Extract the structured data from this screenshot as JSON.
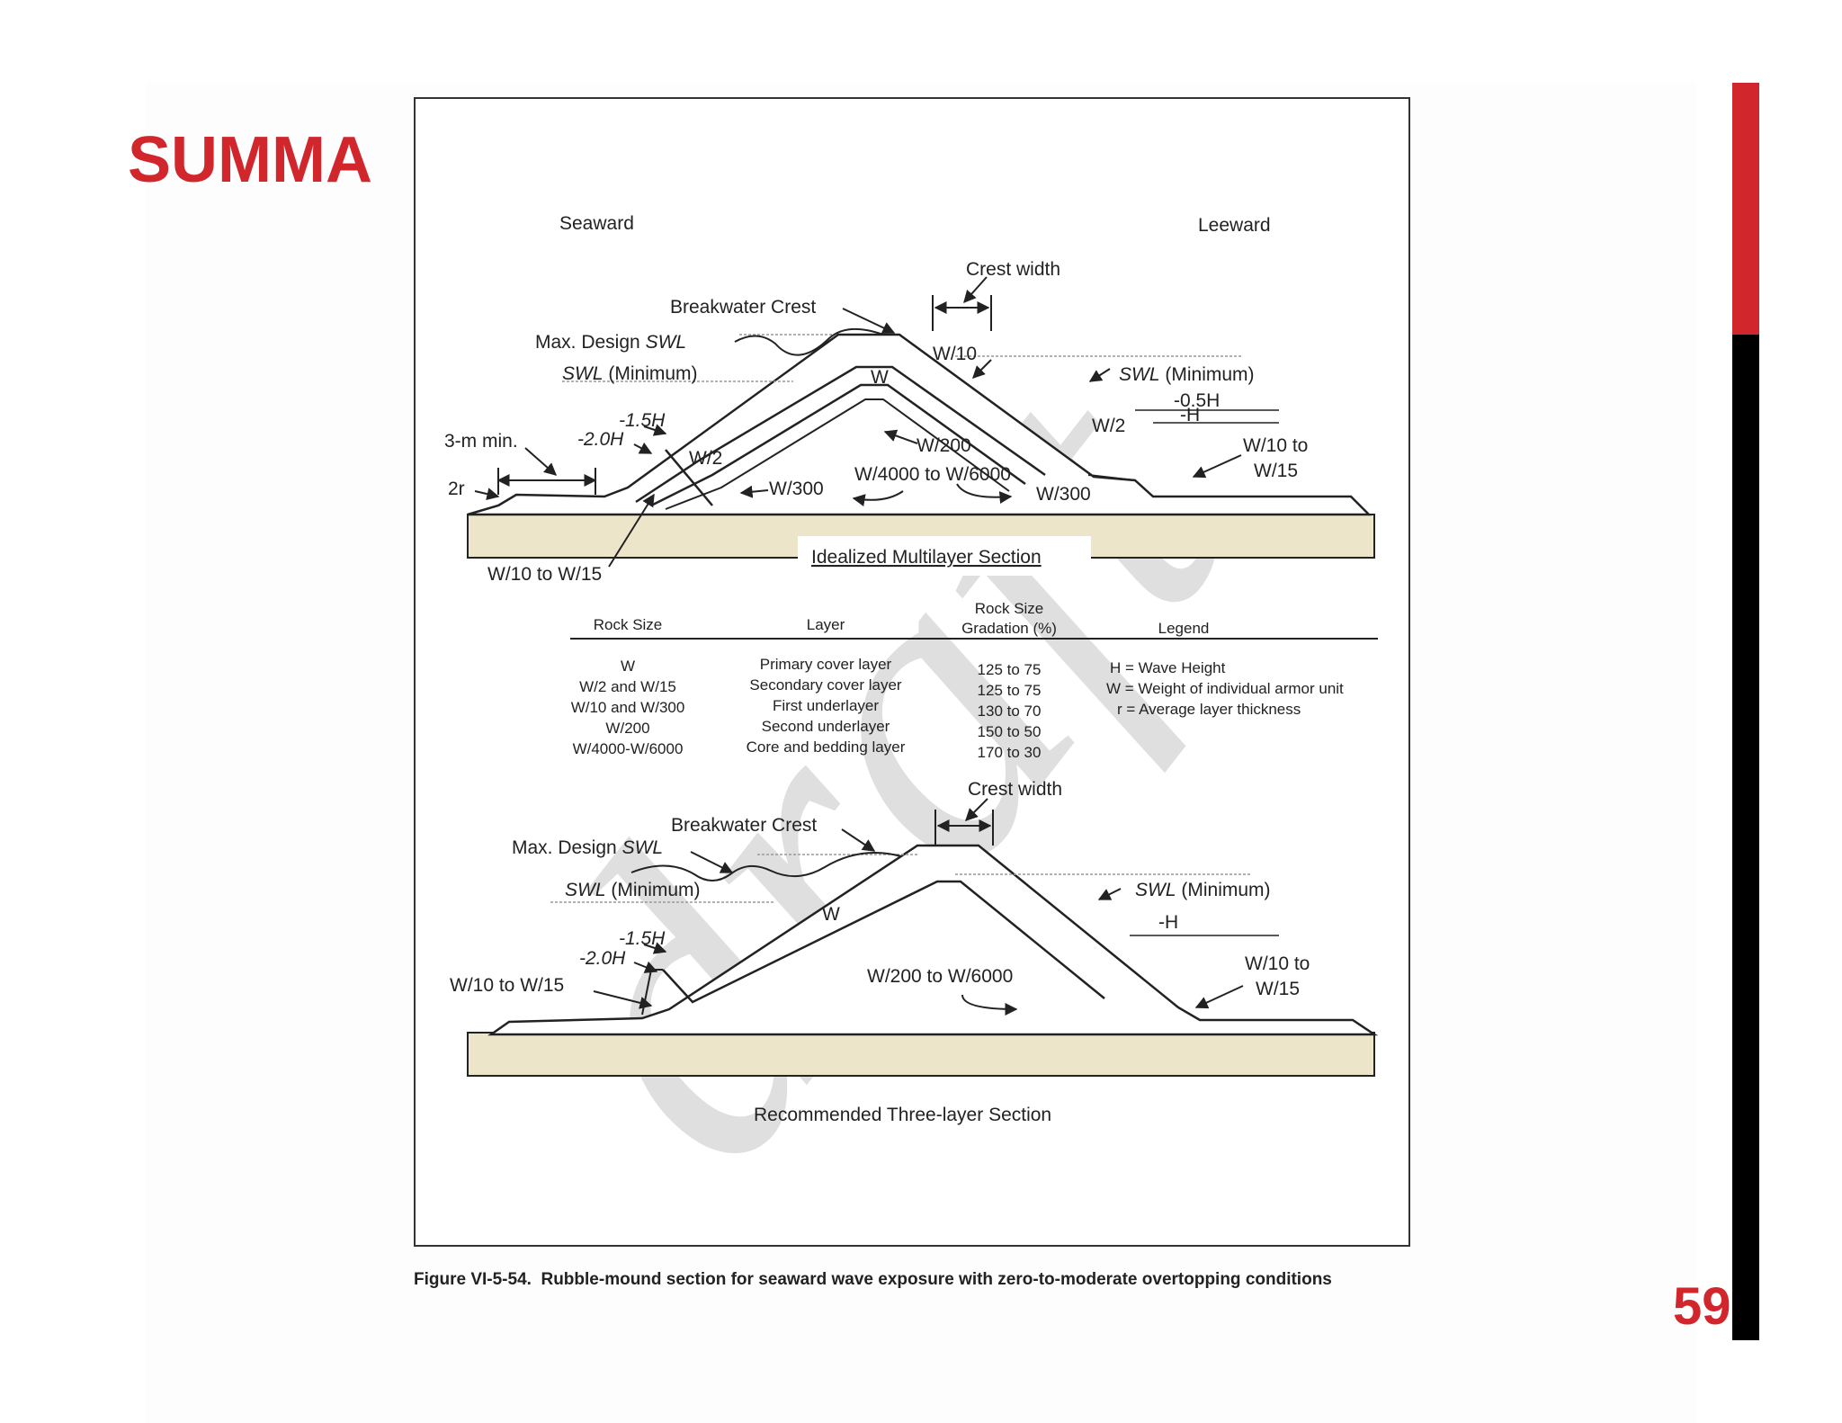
{
  "slide": {
    "title": "SUMMA",
    "page_number": "59",
    "colors": {
      "accent": "#d0262c",
      "bar_bottom": "#000000",
      "ground": "#ece5c9",
      "watermark": "#d4d4d4"
    }
  },
  "figure": {
    "watermark": "draft",
    "caption_label": "Figure VI-5-54.",
    "caption_text": "Rubble-mound section for seaward wave exposure with zero-to-moderate overtopping conditions",
    "top": {
      "seaward": "Seaward",
      "leeward": "Leeward",
      "crest_width": "Crest width",
      "breakwater_crest": "Breakwater Crest",
      "max_design": "Max. Design",
      "swl": "SWL",
      "minimum": "(Minimum)",
      "w10": "W/10",
      "w": "W",
      "neg05h": "-0.5H",
      "negh": "-H",
      "w2": "W/2",
      "neg15h": "-1.5H",
      "neg20h": "-2.0H",
      "three_m_min": "3-m min.",
      "two_r": "2r",
      "w200": "W/200",
      "w4000_w6000": "W/4000  to  W/6000",
      "w300": "W/300",
      "w10_to": "W/10  to",
      "w15": "W/15",
      "section_title": "Idealized Multilayer Section",
      "w10_to_w15": "W/10  to  W/15"
    },
    "table": {
      "headers": {
        "rock_size": "Rock Size",
        "layer": "Layer",
        "gradation_1": "Rock Size",
        "gradation_2": "Gradation (%)",
        "legend": "Legend"
      },
      "rock_sizes": [
        "W",
        "W/2 and W/15",
        "W/10 and W/300",
        "W/200",
        "W/4000-W/6000"
      ],
      "layers": [
        "Primary cover layer",
        "Secondary cover layer",
        "First underlayer",
        "Second underlayer",
        "Core and bedding layer"
      ],
      "gradations": [
        "125 to 75",
        "125 to 75",
        "130 to 70",
        "150 to 50",
        "170 to 30"
      ],
      "legend": [
        "H = Wave Height",
        "W = Weight of individual armor unit",
        "r = Average layer thickness"
      ]
    },
    "bottom": {
      "crest_width": "Crest width",
      "breakwater_crest": "Breakwater Crest",
      "max_design": "Max. Design",
      "swl": "SWL",
      "minimum": "(Minimum)",
      "w": "W",
      "negh": "-H",
      "neg15h": "-1.5H",
      "neg20h": "-2.0H",
      "w10_to_w15": "W/10  to  W/15",
      "w200_w6000": "W/200  to  W/6000",
      "w10_to": "W/10  to",
      "w15": "W/15",
      "section_title": "Recommended Three-layer Section"
    }
  }
}
